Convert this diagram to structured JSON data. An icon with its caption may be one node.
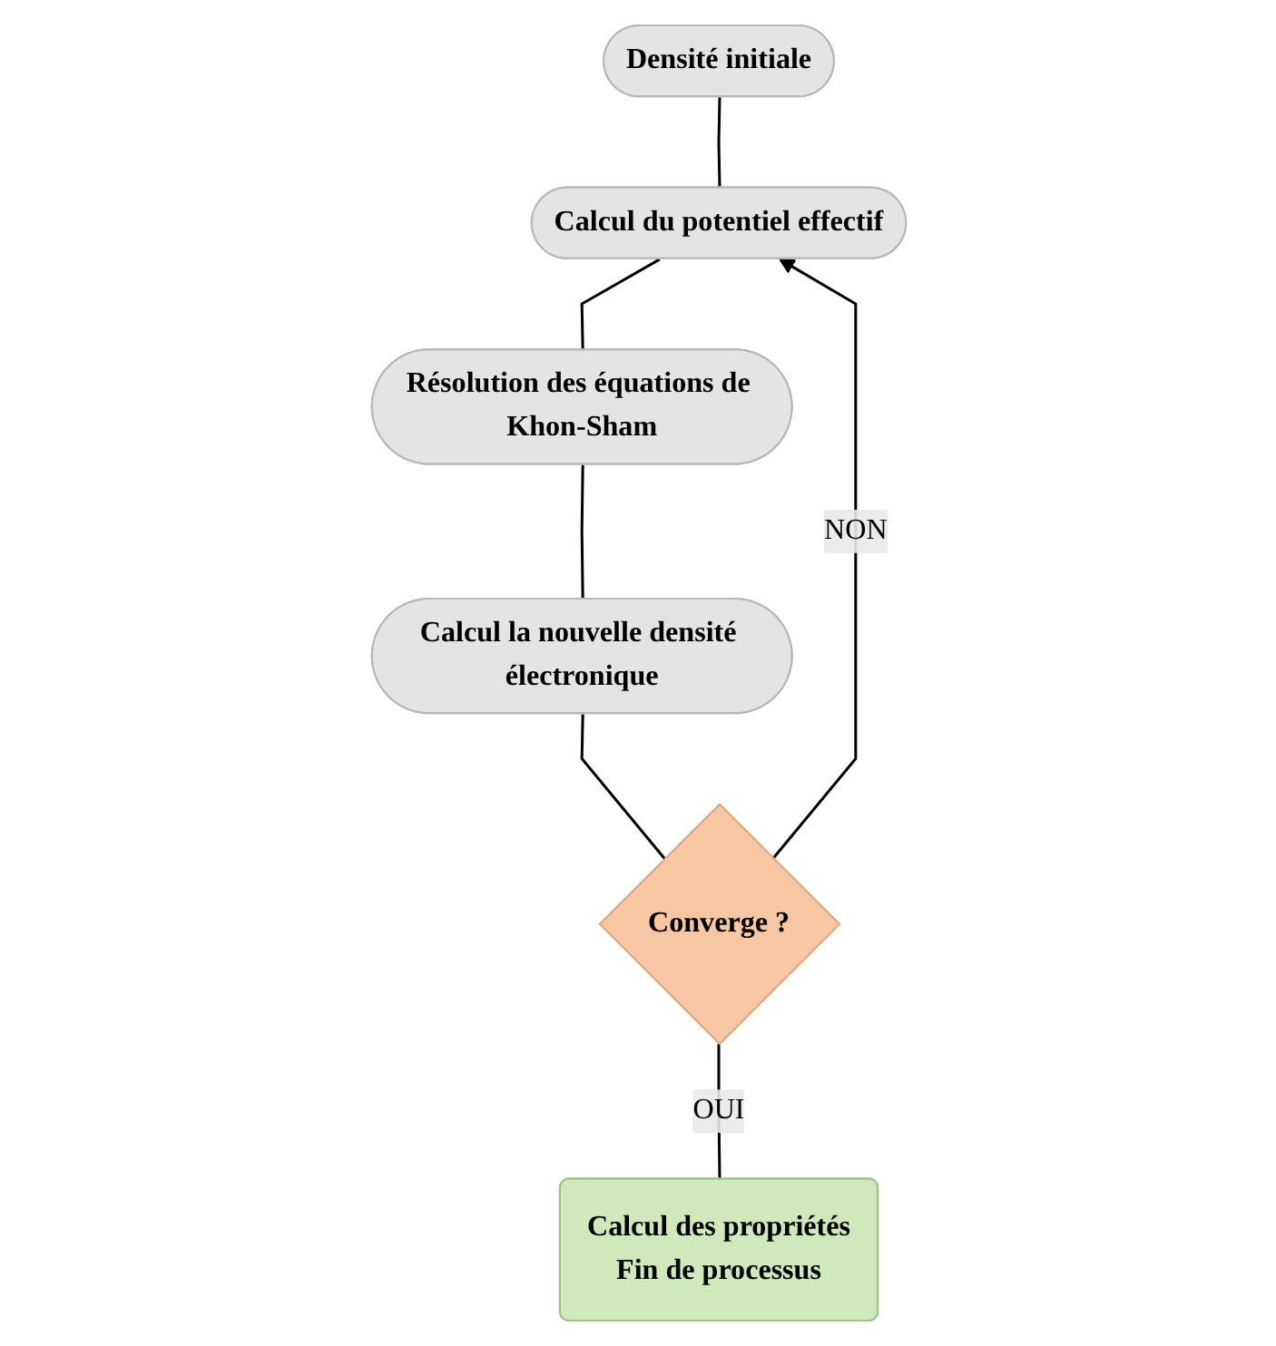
{
  "diagram": {
    "nodes": [
      {
        "text": [
          "Densité initiale"
        ]
      },
      {
        "text": [
          "Calcul du potentiel effectif"
        ]
      },
      {
        "text": [
          "Résolution des équations de Khon-Sham"
        ]
      },
      {
        "text": [
          "Calcul la nouvelle densité électronique"
        ]
      },
      {
        "text": [
          "Converge ?"
        ]
      },
      {
        "text": [
          "Calcul des propriétés",
          "Fin de processus"
        ]
      }
    ],
    "edges": [
      {
        "from": 0,
        "to": 1,
        "arrow": "none"
      },
      {
        "from": 1,
        "to": 2,
        "arrow": "none"
      },
      {
        "from": 2,
        "to": 3,
        "arrow": "none"
      },
      {
        "from": 3,
        "to": 4,
        "arrow": "none"
      },
      {
        "from": 4,
        "to": 1,
        "arrow": "to",
        "label": "NON"
      },
      {
        "from": 4,
        "to": 5,
        "arrow": "none",
        "label": "OUI"
      }
    ]
  }
}
